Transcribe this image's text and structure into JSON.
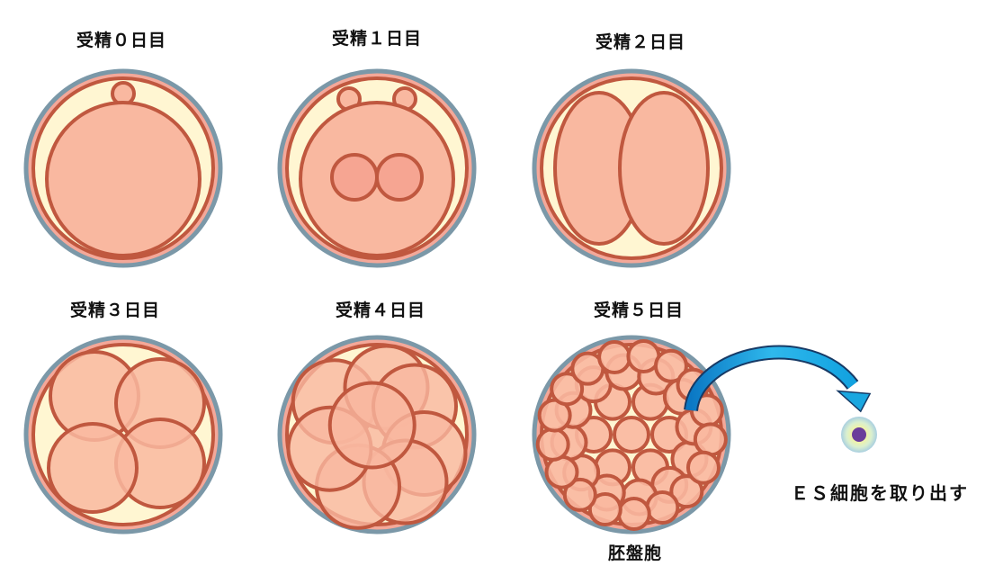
{
  "stages": [
    {
      "label": "受精０日目",
      "cells": 1
    },
    {
      "label": "受精１日目",
      "cells": 1
    },
    {
      "label": "受精２日目",
      "cells": 2
    },
    {
      "label": "受精３日目",
      "cells": 4
    },
    {
      "label": "受精４日目",
      "cells": 8
    },
    {
      "label": "受精５日目",
      "cells": 30
    }
  ],
  "blastocyst_label": "胚盤胞",
  "es_label": "ＥＳ細胞を取り出す",
  "colors": {
    "zona_outline": "#7b98a8",
    "zona": "#f4a899",
    "membrane": "#c0583f",
    "space": "#fff6d2",
    "cell": "#f9b8a0",
    "arrow": "#1aa7e0",
    "nucleus": "#6a3d9a"
  }
}
